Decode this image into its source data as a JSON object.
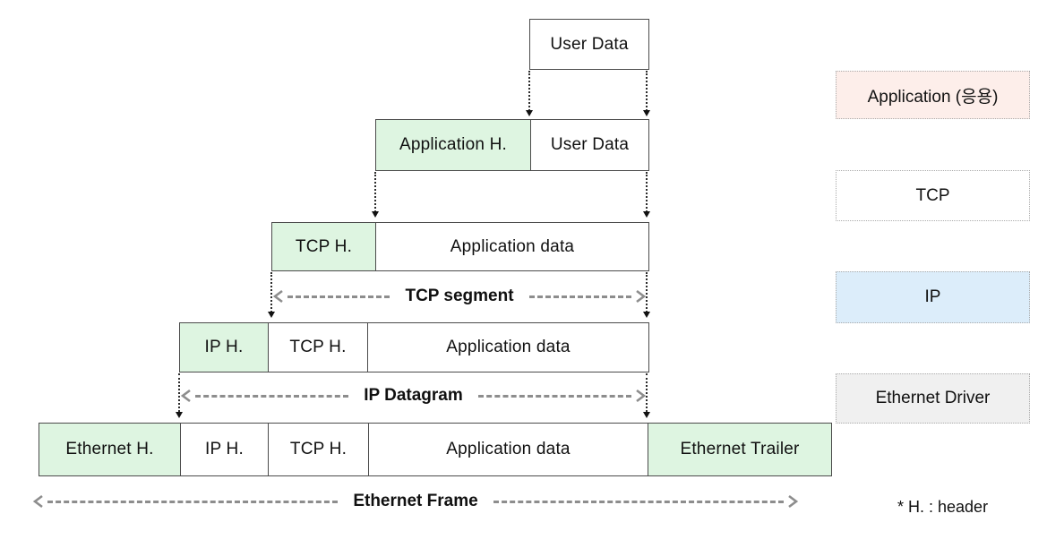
{
  "rows": [
    {
      "cells": [
        {
          "label": "User Data",
          "type": "data"
        }
      ]
    },
    {
      "cells": [
        {
          "label": "Application H.",
          "type": "header"
        },
        {
          "label": "User Data",
          "type": "data"
        }
      ]
    },
    {
      "cells": [
        {
          "label": "TCP H.",
          "type": "header"
        },
        {
          "label": "Application data",
          "type": "data"
        }
      ]
    },
    {
      "cells": [
        {
          "label": "IP H.",
          "type": "header"
        },
        {
          "label": "TCP H.",
          "type": "data"
        },
        {
          "label": "Application data",
          "type": "data"
        }
      ]
    },
    {
      "cells": [
        {
          "label": "Ethernet H.",
          "type": "header"
        },
        {
          "label": "IP H.",
          "type": "data"
        },
        {
          "label": "TCP H.",
          "type": "data"
        },
        {
          "label": "Application data",
          "type": "data"
        },
        {
          "label": "Ethernet Trailer",
          "type": "trailer"
        }
      ]
    }
  ],
  "spans": [
    {
      "label": "TCP segment"
    },
    {
      "label": "IP Datagram"
    },
    {
      "label": "Ethernet Frame"
    }
  ],
  "legend": [
    {
      "label": "Application (응용)",
      "bg": "#fdeeea"
    },
    {
      "label": "TCP",
      "bg": "#ffffff"
    },
    {
      "label": "IP",
      "bg": "#dcedfa"
    },
    {
      "label": "Ethernet Driver",
      "bg": "#f0f0f0"
    }
  ],
  "footnote": "* H. : header",
  "colors": {
    "header_fill_green": "#def5e1",
    "box_border": "#4b4b4b",
    "span_arrow_gray": "#8d8d8d",
    "legend_application_bg": "#fdeeea",
    "legend_ip_bg": "#dcedfa",
    "legend_ethernet_bg": "#f0f0f0"
  }
}
